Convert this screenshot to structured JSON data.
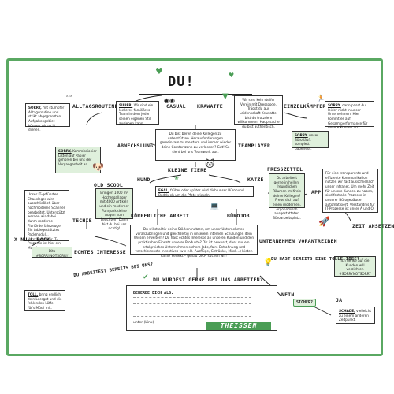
{
  "title": "DU!",
  "labels": {
    "alltagsroutine": "ALLTAGSROUTINE",
    "casual": "CASUAL",
    "krawatte": "KRAWATTE",
    "einzelkaempfer": "EINZELKÄMPFER",
    "abwechslung": "ABWECHSLUNG",
    "teamplayer": "TEAMPLAYER",
    "kleine_tiere": "KLEINE TIERE",
    "hund": "HUND",
    "katze": "KATZE",
    "fresszettel": "FRESSZETTEL",
    "app": "APP",
    "old_scool": "OLD SCOOL",
    "techie": "TECHIE",
    "koerperliche_arbeit": "KÖRPERLICHE ARBEIT",
    "buerojob": "BÜROJOB",
    "zeit_ansetzen": "ZEIT ANSETZEN!",
    "x_null_bock": "X NULL BOCK",
    "echtes_interesse": "ECHTES INTERESSE",
    "unternehmen_vorantreiben": "UNTERNEHMEN VORANTREIBEN",
    "du_arbeitest_bereits_bei_uns": "DU ARBEITEST BEREITS BEI UNS?",
    "du_hast_bereits_eine_tolle_idee": "DU HAST BEREITS EINE TOLLE IDEE?",
    "du_wuerdest_gerne": "DU WÜRDEST GERNE BEI UNS ARBEITEN?",
    "nein": "NEIN",
    "sicher": "SICHER?",
    "ja": "JA"
  },
  "boxes": {
    "sorry1": {
      "head": "SORRY,",
      "text": "mit stumpfer Alltagsroutine und strikt abgegrenzten Aufgabengebiet können wir nicht dienen."
    },
    "super": {
      "head": "SUPER,",
      "text": "Wir sind ein lockeres familiäres Team in dem jeder seinen eigenen Stil ausleben kann."
    },
    "verein": {
      "head": "",
      "text": "Wir sind kein steifer Verein mit Dresscode. Trägst du aus Leidenschaft Krawatte, bist du trotzdem willkommen! Hauptsache du bist authentisch."
    },
    "sorry2": {
      "head": "SORRY,",
      "text": "dann passt du leider nicht in unser Unternehmen. Hier kommt es auf Gesamtperformance für unsere Kunden an."
    },
    "kollegen": {
      "head": "",
      "text": "Du bist bereit deine Kollegen zu unterstützen. Herausforderungen gemeinsam zu meistern und immer wieder deine Comfortzone zu verlassen? Gut! So sieht bei uns Teamwork aus."
    },
    "sorry_buero": {
      "head": "SORRY,",
      "text": "unser Büro läuft komplett paperless."
    },
    "sorry_kommission": {
      "head": "SORRY,",
      "text": "Kommissionier Listen auf Papier gehören bei uns der Vergangenheit an."
    },
    "egal": {
      "head": "EGAL,",
      "text": "früher oder später wird dich unser Bürohund Buddy eh um die Pfote wickeln."
    },
    "fress": {
      "head": "",
      "text": "Du arbeitest gerne in hellen, freundlichen Räumen im Kreis deiner Kollegen? Freue dich auf einen modernen, ergonomisch ausgestatteten Büroarbeitsplatz."
    },
    "transparent": {
      "head": "",
      "text": "Für eine transparente und effiziente Kommunikation nutzen wir fast ausschließlich unser Intranet. Um mehr Zeit für unsere Kunden zu haben, sind fast alle Prozesse in unserer Bürogebäude automatisiert. Verständnis für IT-Prozesse ist unser A und O."
    },
    "it_gefuehl": {
      "head": "",
      "text": "Unser IT-geführtes Chaosleger wird ausschließlich über hochmoderne Scanner bearbeitet. Unterstützt werden wir dabei durch moderne Flurförderfahrzeuge. Ein tablegestütztes Packmodul... Verständnis für IT-Prozesse ist hier ein Muss!"
    },
    "leuchten": {
      "head": "",
      "text": "Bringen 1000 m² Hochregallager mit 4000 Artikeln und ein moderner Fuhrpark deine Augen zum Leuchten? Dann bist du bei uns richtig!"
    },
    "dito": {
      "head": "",
      "text": "Dito #SORRYNOTSORRY"
    },
    "vorantreiben": {
      "head": "",
      "text": "Du willst aktiv deine Stärken nutzen, um unser Unternehmen voranzubringen und gleichzeitig in unserem internen Schulungen dein Wissen erweitern? Du hast echtes Interesse an unseren Kunden und den praktischen Einsatz unserer Produkte? Dir ist bewusst, dass nur ein erfolgreiches Unternehmen sichere Jobs, faire Entlohnung und verschiedenste Incentives (wie z.B. Ausflüge, Getränke, Müsli...) bieten kann? Perfekt – genau DICH suchen wir!"
    },
    "zeit": {
      "head": "",
      "text": "Ich denke auf die Kunden will verzichten #SORRYNOTSORRY"
    },
    "toll": {
      "head": "TOLL,",
      "text": "bring endlich dein Leergut und die fehlenden Löffel für's Müsli mit."
    },
    "schade": {
      "head": "SCHADE,",
      "text": "vielleicht zu einem anderen Zeitpunkt."
    }
  },
  "form": {
    "bewerbe": "BEWERBE DICH ALS:",
    "unter": "unter (Link)"
  },
  "logo": "THEISSEN",
  "colors": {
    "accent": "#4a9d55",
    "frame": "#5aa862",
    "fill": "#dff0dc"
  }
}
